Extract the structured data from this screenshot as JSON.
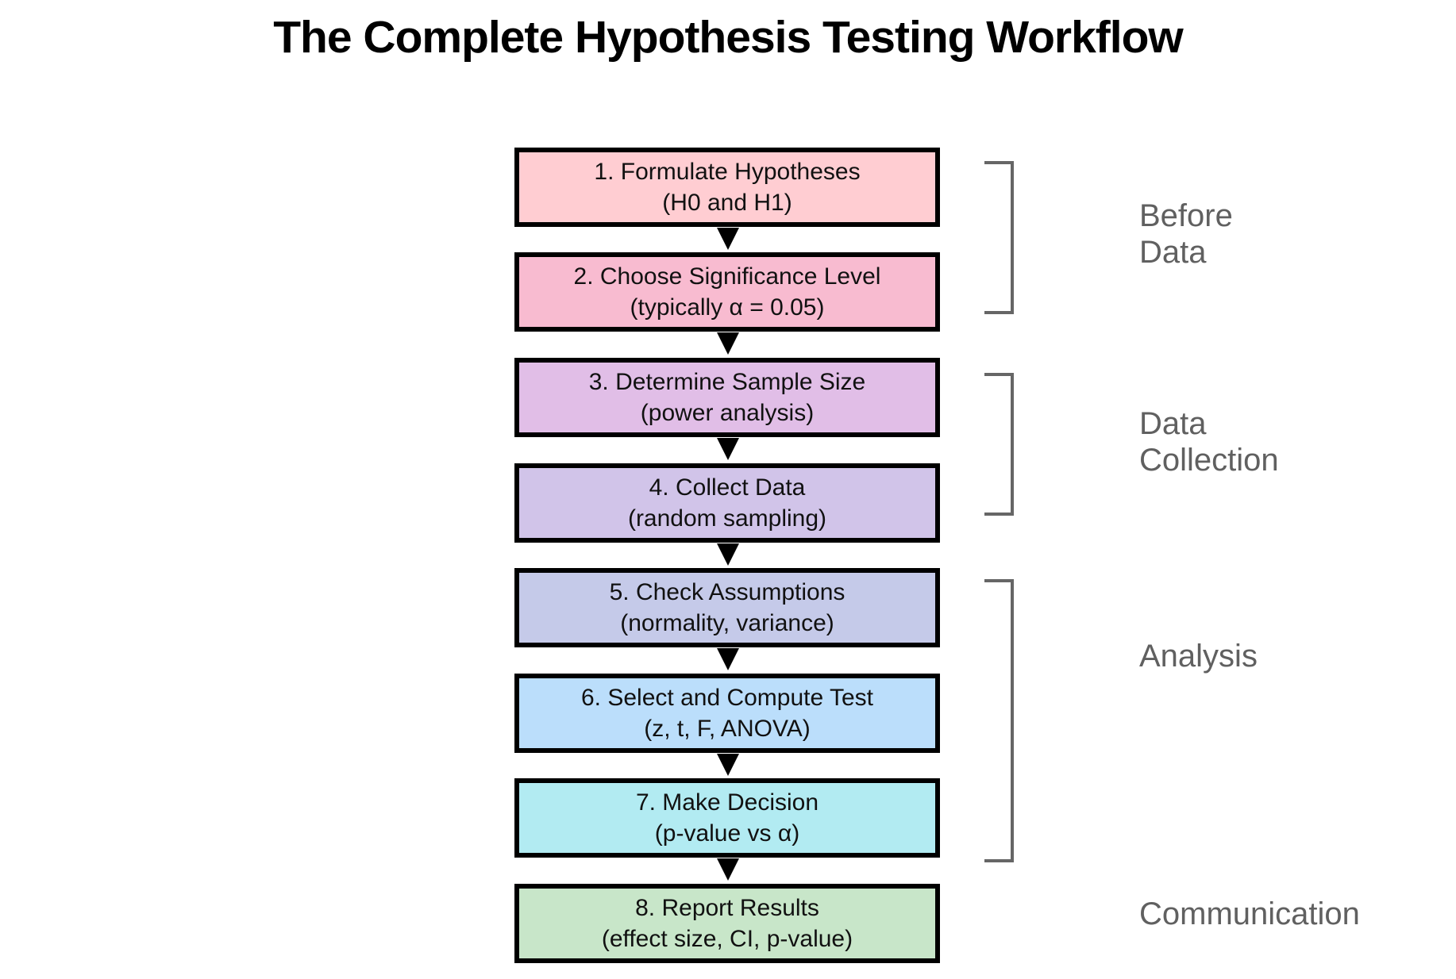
{
  "title": "The Complete Hypothesis Testing Workflow",
  "steps": [
    {
      "line1": "1. Formulate Hypotheses",
      "line2": "(H0 and H1)",
      "color": "#FFCDD2"
    },
    {
      "line1": "2. Choose Significance Level",
      "line2": "(typically α = 0.05)",
      "color": "#F8BBD0"
    },
    {
      "line1": "3. Determine Sample Size",
      "line2": "(power analysis)",
      "color": "#E1BEE7"
    },
    {
      "line1": "4. Collect Data",
      "line2": "(random sampling)",
      "color": "#D1C4E9"
    },
    {
      "line1": "5. Check Assumptions",
      "line2": "(normality, variance)",
      "color": "#C5CAE9"
    },
    {
      "line1": "6. Select and Compute Test",
      "line2": "(z, t, F, ANOVA)",
      "color": "#BBDEFB"
    },
    {
      "line1": "7. Make Decision",
      "line2": "(p-value vs α)",
      "color": "#B2EBF2"
    },
    {
      "line1": "8. Report Results",
      "line2": "(effect size, CI, p-value)",
      "color": "#C8E6C9"
    }
  ],
  "phases": [
    {
      "label": "Before\nData"
    },
    {
      "label": "Data\nCollection"
    },
    {
      "label": "Analysis"
    },
    {
      "label": "Communication"
    }
  ],
  "colors": {
    "background": "#ffffff",
    "box_border": "#000000",
    "arrow": "#000000",
    "bracket": "#666666",
    "phase_label_text": "#606060",
    "title_text": "#000000"
  }
}
